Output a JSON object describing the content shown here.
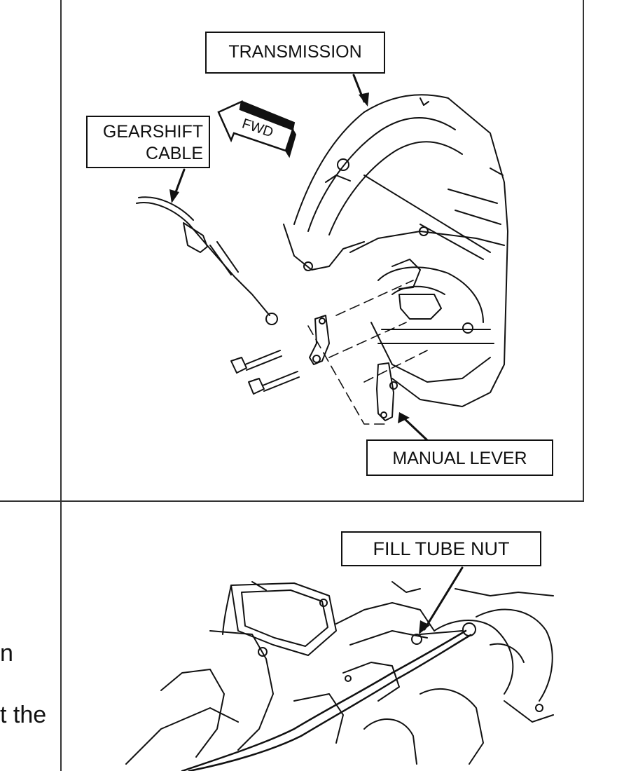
{
  "figure1": {
    "labels": {
      "transmission": "TRANSMISSION",
      "gearshift_line1": "GEARSHIFT",
      "gearshift_line2": "CABLE",
      "fwd": "FWD",
      "manual_lever": "MANUAL LEVER"
    }
  },
  "figure2": {
    "labels": {
      "fill_tube_nut": "FILL TUBE NUT"
    }
  },
  "text_fragments": {
    "line1": "n",
    "line2": "t the"
  }
}
